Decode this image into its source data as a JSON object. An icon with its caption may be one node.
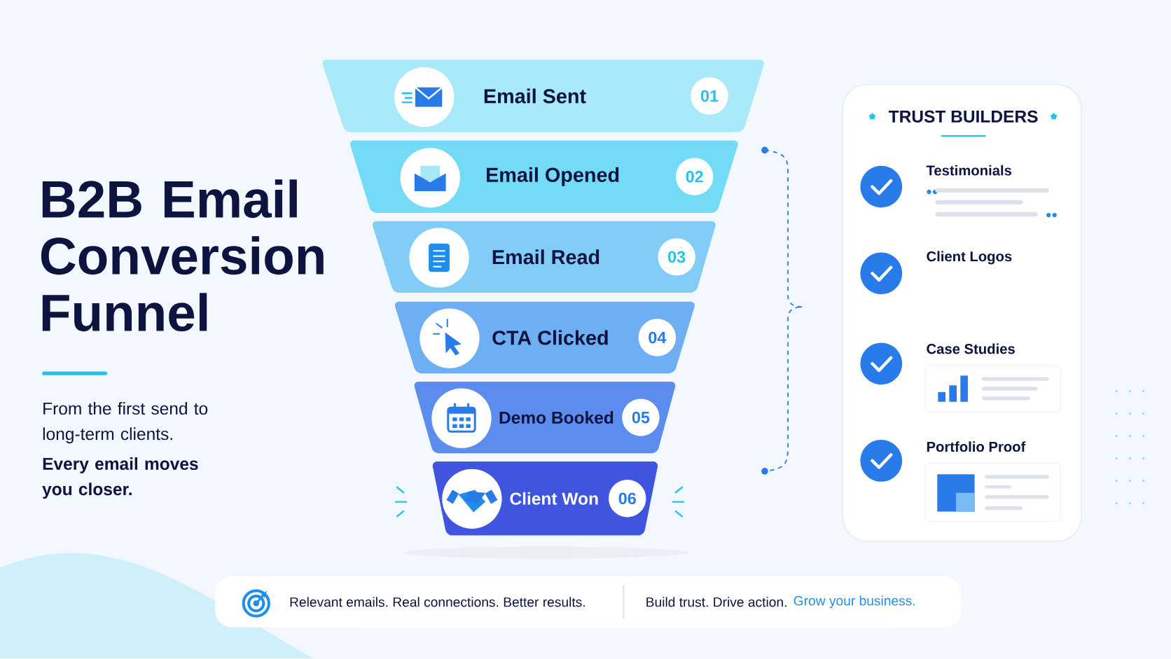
{
  "diagram": {
    "title": "B2B Email Conversion Funnel",
    "nodes": [
      {
        "text": [
          "Email Sent",
          "01"
        ]
      },
      {
        "text": [
          "Email Opened",
          "02"
        ]
      },
      {
        "text": [
          "Email Read",
          "03"
        ]
      },
      {
        "text": [
          "CTA Clicked",
          "04"
        ]
      },
      {
        "text": [
          "Demo Booked",
          "05"
        ]
      },
      {
        "text": [
          "Client Won",
          "06"
        ]
      },
      {
        "text": [
          "TRUST BUILDERS"
        ]
      },
      {
        "text": [
          "Testimonials"
        ],
        "in": 6
      },
      {
        "text": [
          "Client Logos"
        ],
        "in": 6
      },
      {
        "text": [
          "Case Studies"
        ],
        "in": 6
      },
      {
        "text": [
          "Portfolio Proof"
        ],
        "in": 6
      }
    ],
    "edges": [],
    "labels": [
      "From the first send to long-term clients.",
      "Every email moves you closer.",
      "Relevant emails. Real connections. Better results.",
      "Build trust. Drive action.",
      "Grow your business."
    ]
  }
}
